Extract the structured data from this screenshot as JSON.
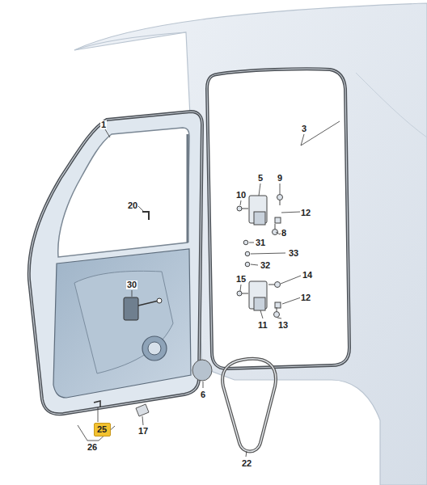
{
  "diagram": {
    "nodes": [
      {
        "text": [
          "25"
        ]
      }
    ],
    "labels": [
      "1",
      "3",
      "20",
      "5",
      "9",
      "10",
      "12",
      "8",
      "31",
      "33",
      "32",
      "30",
      "15",
      "14",
      "12",
      "11",
      "13",
      "6",
      "17",
      "26",
      "22"
    ]
  }
}
